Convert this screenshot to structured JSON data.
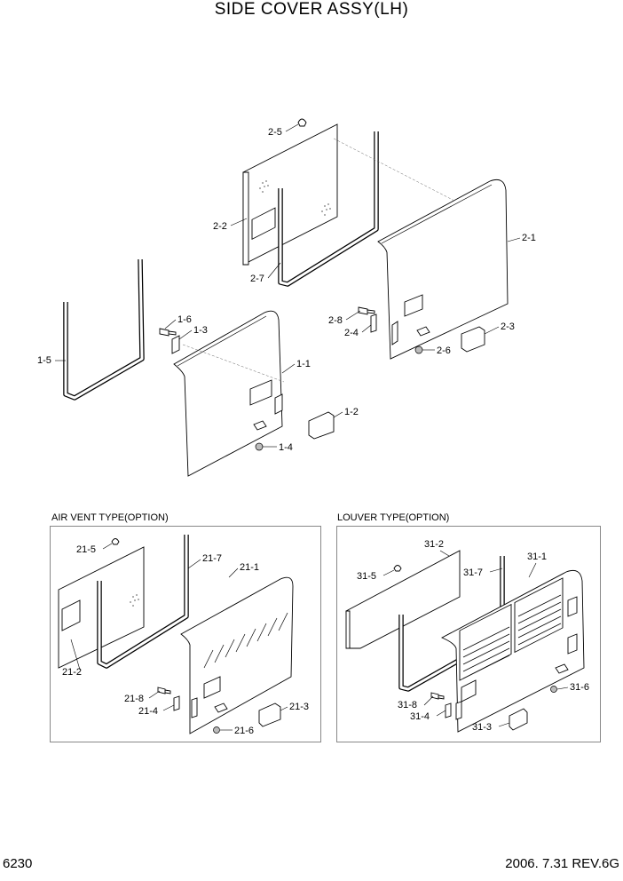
{
  "header": {
    "title": "SIDE COVER ASSY(LH)"
  },
  "footer": {
    "page_number": "6230",
    "date_rev": "2006. 7.31  REV.6G"
  },
  "sections": {
    "air_vent": {
      "label": "AIR VENT TYPE(OPTION)"
    },
    "louver": {
      "label": "LOUVER TYPE(OPTION)"
    }
  },
  "callouts": {
    "main": [
      "2-5",
      "2-2",
      "2-7",
      "2-1",
      "2-8",
      "2-4",
      "2-3",
      "2-6",
      "1-6",
      "1-3",
      "1-5",
      "1-1",
      "1-2",
      "1-4"
    ],
    "air_vent": [
      "21-5",
      "21-7",
      "21-1",
      "21-2",
      "21-8",
      "21-4",
      "21-6",
      "21-3"
    ],
    "louver": [
      "31-2",
      "31-5",
      "31-7",
      "31-1",
      "31-6",
      "31-8",
      "31-4",
      "31-3"
    ]
  }
}
